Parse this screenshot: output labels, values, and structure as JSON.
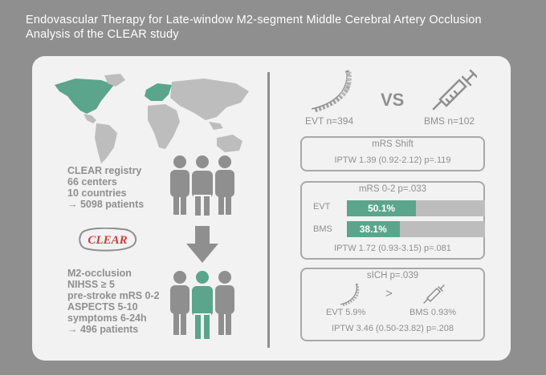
{
  "title": {
    "line1": "Endovascular Therapy for Late-window M2-segment Middle Cerebral Artery Occlusion",
    "line2": "Analysis of the CLEAR study"
  },
  "registry": {
    "lines": [
      "CLEAR registry",
      "66 centers",
      "10 countries",
      "→ 5098 patients"
    ],
    "logo_text": "CLEAR"
  },
  "criteria": {
    "lines": [
      "M2-occlusion",
      "NIHSS ≥ 5",
      "pre-stroke mRS 0-2",
      "ASPECTS 5-10",
      "symptoms 6-24h",
      "→ 496 patients"
    ]
  },
  "comparison": {
    "evt_label": "EVT n=394",
    "vs_label": "VS",
    "bms_label": "BMS n=102"
  },
  "mrs_shift": {
    "title": "mRS Shift",
    "stat": "IPTW  1.39 (0.92-2.12) p=.119"
  },
  "mrs02": {
    "title": "mRS 0-2 p=.033",
    "bars": [
      {
        "label": "EVT",
        "value_text": "50.1%",
        "fraction": 0.501
      },
      {
        "label": "BMS",
        "value_text": "38.1%",
        "fraction": 0.381
      }
    ],
    "stat": "IPTW  1.72 (0.93-3.15) p=.081"
  },
  "sich": {
    "title": "sICH p=.039",
    "evt_text": "EVT 5.9%",
    "gt": ">",
    "bms_text": "BMS 0.93%",
    "stat": "IPTW  3.46 (0.50-23.82) p=.208"
  },
  "colors": {
    "accent": "#5aa58c",
    "gray": "#8f8f8f",
    "card": "#f2f2f2"
  }
}
